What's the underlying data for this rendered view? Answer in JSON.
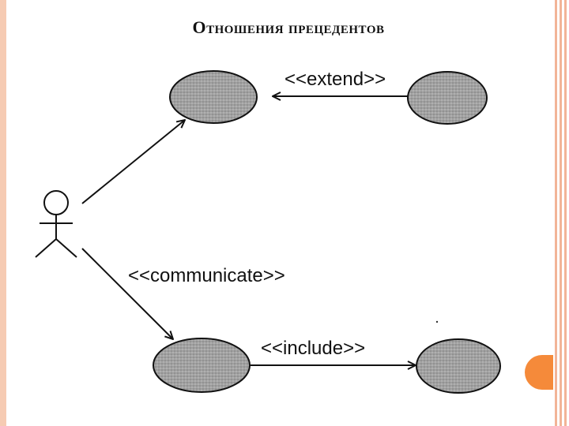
{
  "slide": {
    "title": "Отношения прецедентов"
  },
  "diagram": {
    "relations": {
      "extend": "<<extend>>",
      "communicate": "<<communicate>>",
      "include": "<<include>>"
    }
  },
  "colors": {
    "frame_left": "#f6cbb3",
    "frame_right_lines": "#f2b497",
    "accent": "#f58a3a",
    "ellipse_fill": "#9a9a9a",
    "stroke": "#111111"
  }
}
